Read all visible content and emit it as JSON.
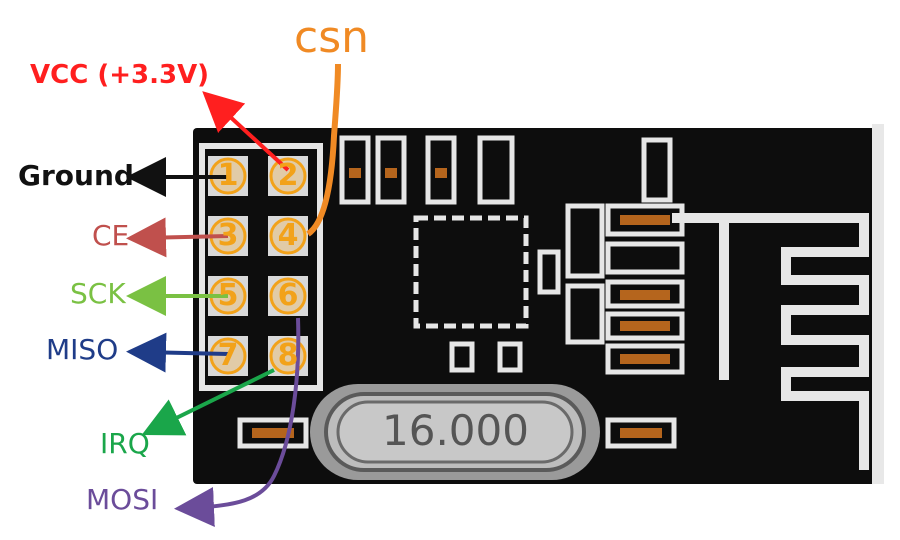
{
  "title": "csn",
  "module": {
    "crystal_label": "16.000",
    "board_color": "#0d0d0d",
    "trace_color": "#e6e6e6"
  },
  "pins": [
    {
      "number": "1",
      "signal": "Ground",
      "color": "#111111"
    },
    {
      "number": "2",
      "signal": "VCC (+3.3V)",
      "color": "#ff1f1f"
    },
    {
      "number": "3",
      "signal": "CE",
      "color": "#c0504d"
    },
    {
      "number": "4",
      "signal": "csn",
      "color": "#f08a24"
    },
    {
      "number": "5",
      "signal": "SCK",
      "color": "#7ac143"
    },
    {
      "number": "6",
      "signal": "MOSI",
      "color": "#6b4c9a"
    },
    {
      "number": "7",
      "signal": "MISO",
      "color": "#1f3c88"
    },
    {
      "number": "8",
      "signal": "IRQ",
      "color": "#1aa64a"
    }
  ],
  "labels": {
    "vcc": "VCC (+3.3V)",
    "ground": "Ground",
    "ce": "CE",
    "sck": "SCK",
    "miso": "MISO",
    "irq": "IRQ",
    "mosi": "MOSI",
    "csn": "csn"
  }
}
